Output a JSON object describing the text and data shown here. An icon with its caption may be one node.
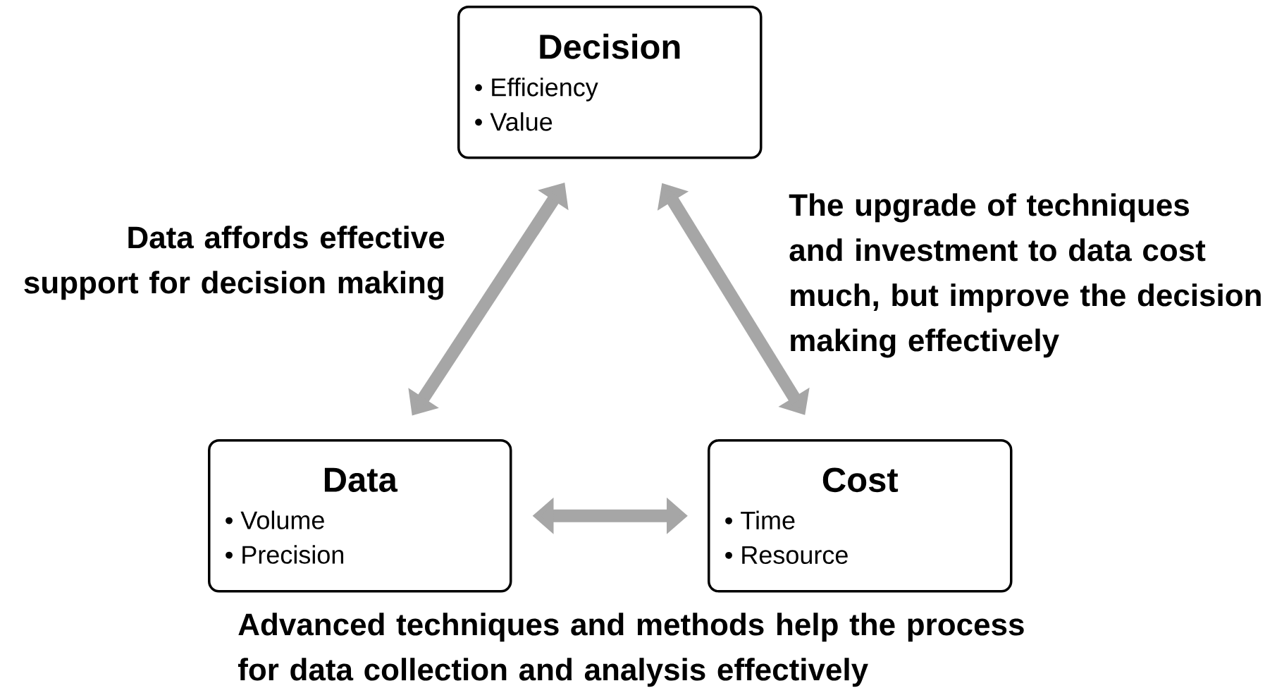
{
  "diagram": {
    "nodes": [
      {
        "text": [
          "Decision",
          "• Efficiency",
          "• Value"
        ]
      },
      {
        "text": [
          "Data",
          "• Volume",
          "• Precision"
        ]
      },
      {
        "text": [
          "Cost",
          "• Time",
          "• Resource"
        ]
      }
    ],
    "edges": [
      {
        "from": 1,
        "to": 0,
        "arrow": "both"
      },
      {
        "from": 0,
        "to": 2,
        "arrow": "both"
      },
      {
        "from": 1,
        "to": 2,
        "arrow": "both"
      }
    ],
    "labels": [
      "Data affords effective support for decision making",
      "The upgrade of techniques and investment to data cost much, but improve the decision making effectively",
      "Advanced techniques and methods help the process for data collection and analysis effectively"
    ]
  }
}
